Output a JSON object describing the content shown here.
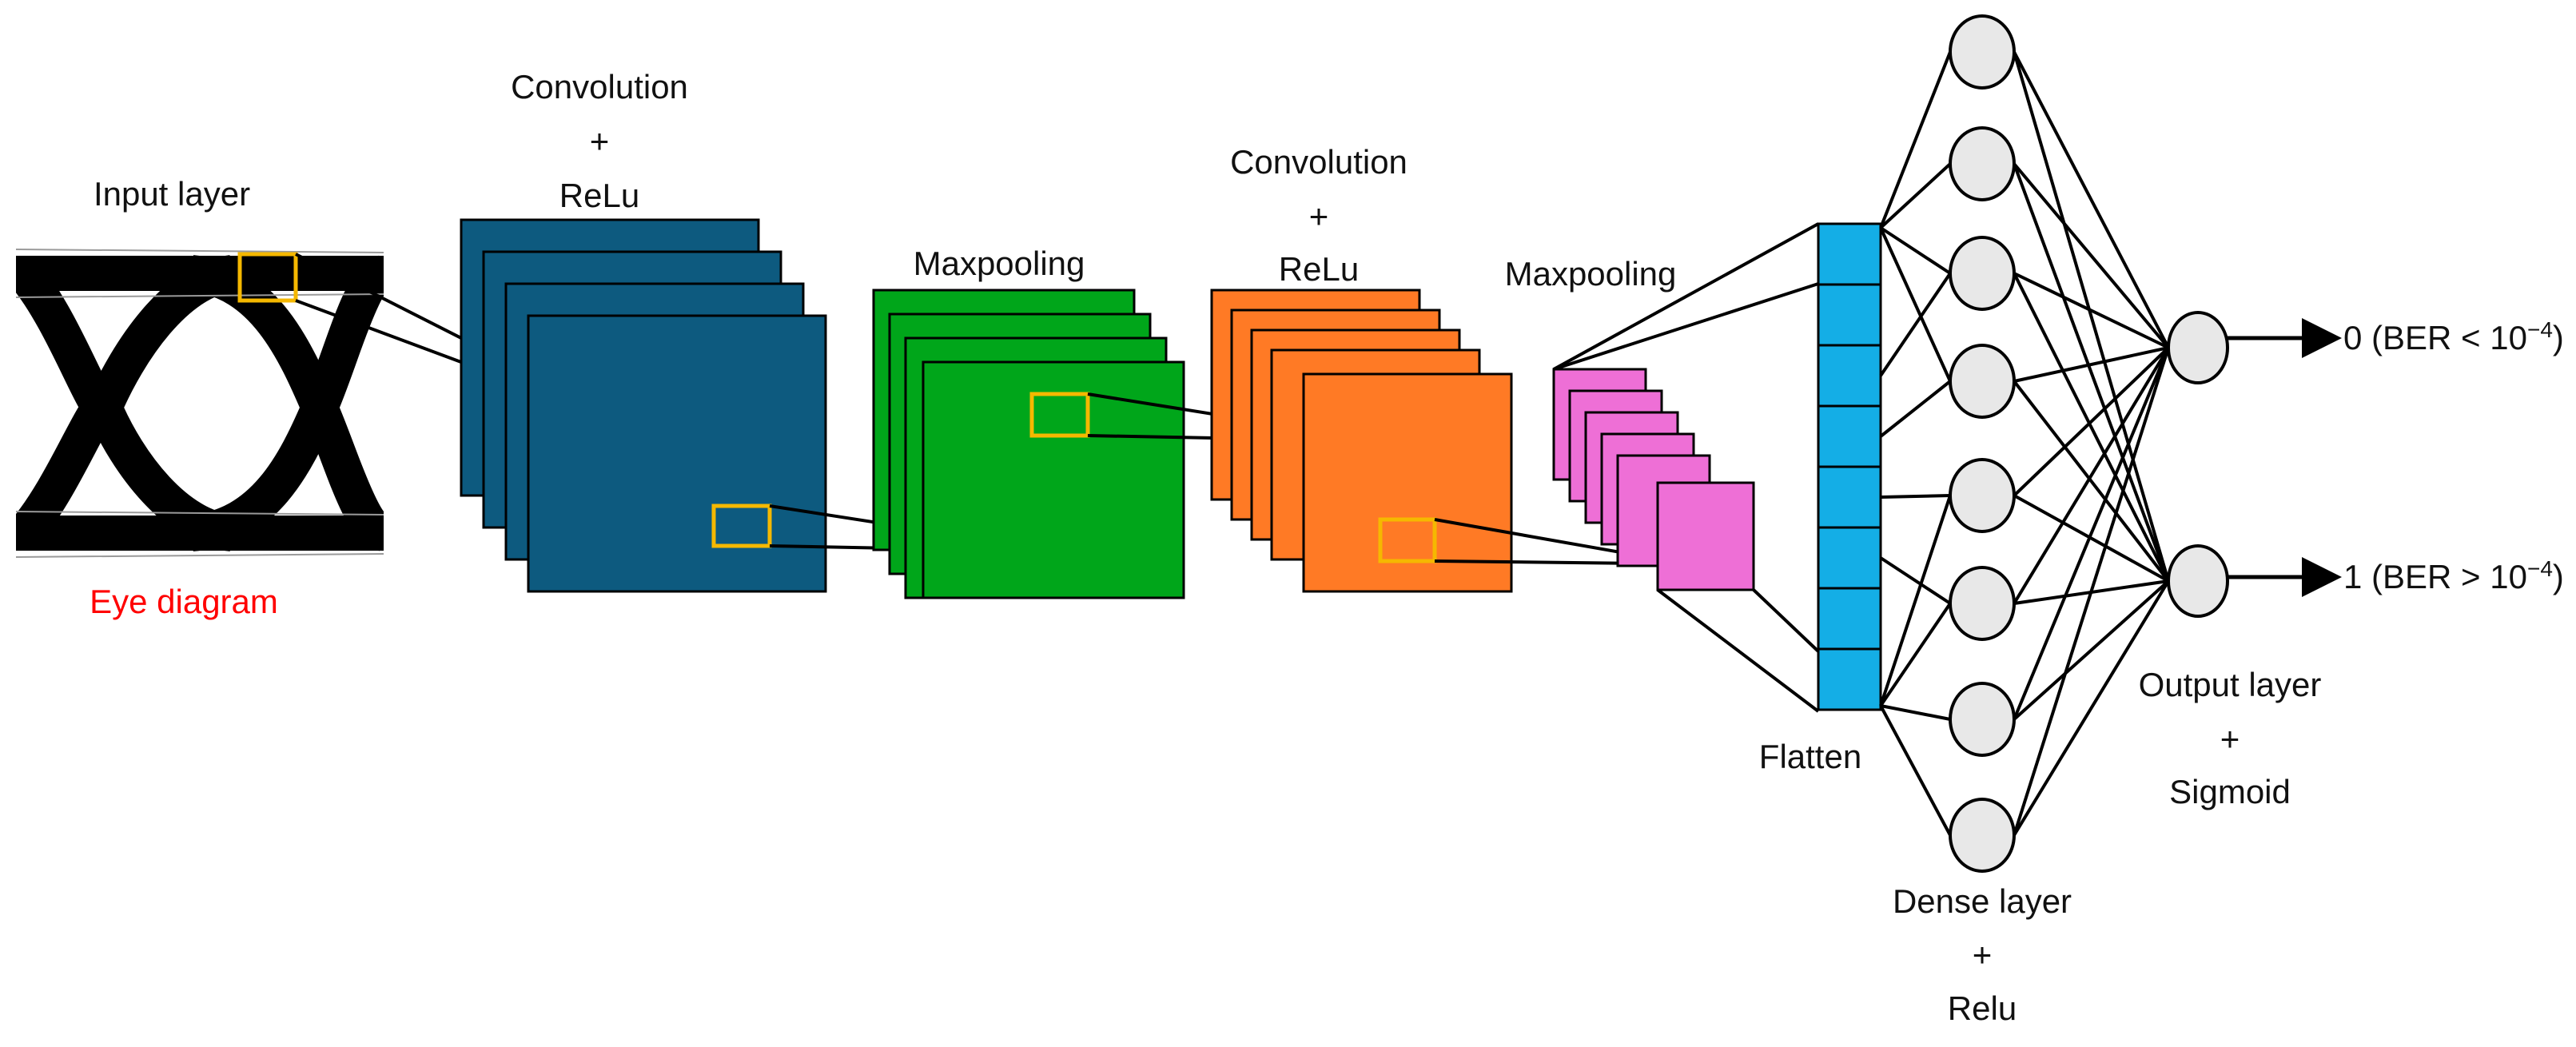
{
  "labels": {
    "input_layer": "Input layer",
    "eye_diagram": "Eye diagram",
    "conv1": {
      "line1": "Convolution",
      "line2": "+",
      "line3": "ReLu"
    },
    "maxpool1": "Maxpooling",
    "conv2": {
      "line1": "Convolution",
      "line2": "+",
      "line3": "ReLu"
    },
    "maxpool2": "Maxpooling",
    "flatten": "Flatten",
    "dense": {
      "line1": "Dense layer",
      "line2": "+",
      "line3": "Relu"
    },
    "output": {
      "line1": "Output layer",
      "line2": "+",
      "line3": "Sigmoid"
    },
    "out0": {
      "prefix": "0 (BER < 10",
      "exponent": "−4",
      "suffix": ")"
    },
    "out1": {
      "prefix": "1 (BER > 10",
      "exponent": "−4",
      "suffix": ")"
    }
  },
  "colors": {
    "conv1_fill": "#0d5a7f",
    "maxpool1_fill": "#00a61a",
    "conv2_fill": "#ff7a25",
    "maxpool2_fill": "#ee6fd6",
    "flatten_fill": "#14aee6",
    "node_fill": "#e8e8e8",
    "highlight": "#f5b800",
    "eye_label": "#ff0000"
  }
}
